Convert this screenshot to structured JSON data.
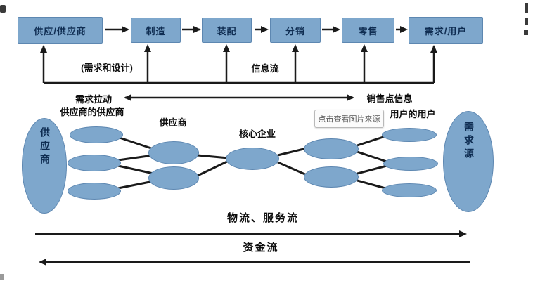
{
  "chain": {
    "boxes": [
      {
        "label": "供应/供应商"
      },
      {
        "label": "制造"
      },
      {
        "label": "装配"
      },
      {
        "label": "分销"
      },
      {
        "label": "零售"
      },
      {
        "label": "需求/用户"
      }
    ],
    "annotations": {
      "demand_and_design": "(需求和设计)",
      "information_flow": "信息流",
      "demand_pull": "需求拉动",
      "pos_info": "销售点信息"
    }
  },
  "network": {
    "source_oval": "供应商",
    "sink_oval": "需求源",
    "labels": {
      "suppliers_supplier": "供应商的供应商",
      "supplier": "供应商",
      "core_enterprise": "核心企业",
      "users_user": "用户的用户"
    }
  },
  "flows": {
    "logistics_service": "物流、服务流",
    "capital": "资金流"
  },
  "watermark": "点击查看图片来源",
  "colors": {
    "node_fill": "#7ea7cc",
    "node_border": "#5d87b1",
    "line": "#1a1a1a",
    "box_text": "#0f2d52"
  }
}
